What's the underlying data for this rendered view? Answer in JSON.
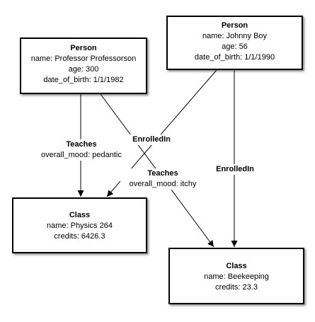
{
  "nodes": {
    "prof": {
      "title": "Person",
      "line1": "name: Professor Professorson",
      "line2": "age: 300",
      "line3": "date_of_birth: 1/1/1982"
    },
    "johnny": {
      "title": "Person",
      "line1": "name: Johnny Boy",
      "line2": "age: 56",
      "line3": "date_of_birth: 1/1/1990"
    },
    "physics": {
      "title": "Class",
      "line1": "name: Physics 264",
      "line2": "credits: 6426.3"
    },
    "bee": {
      "title": "Class",
      "line1": "name: Beekeeping",
      "line2": "credits: 23.3"
    }
  },
  "edges": {
    "teaches_physics": {
      "name": "Teaches",
      "prop": "overall_mood: pedantic"
    },
    "teaches_bee": {
      "name": "Teaches",
      "prop": "overall_mood: itchy"
    },
    "enrolled_physics": {
      "name": "EnrolledIn"
    },
    "enrolled_bee": {
      "name": "EnrolledIn"
    }
  }
}
